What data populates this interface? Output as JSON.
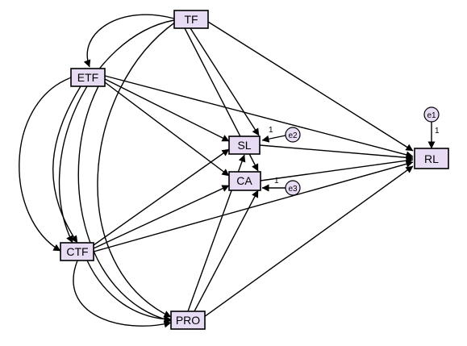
{
  "diagram": {
    "nodes": {
      "TF": "TF",
      "ETF": "ETF",
      "CTF": "CTF",
      "PRO": "PRO",
      "SL": "SL",
      "CA": "CA",
      "RL": "RL"
    },
    "errors": {
      "e1": "e1",
      "e2": "e2",
      "e3": "e3"
    },
    "loadings": {
      "e1": "1",
      "e2": "1",
      "e3": "1"
    }
  }
}
